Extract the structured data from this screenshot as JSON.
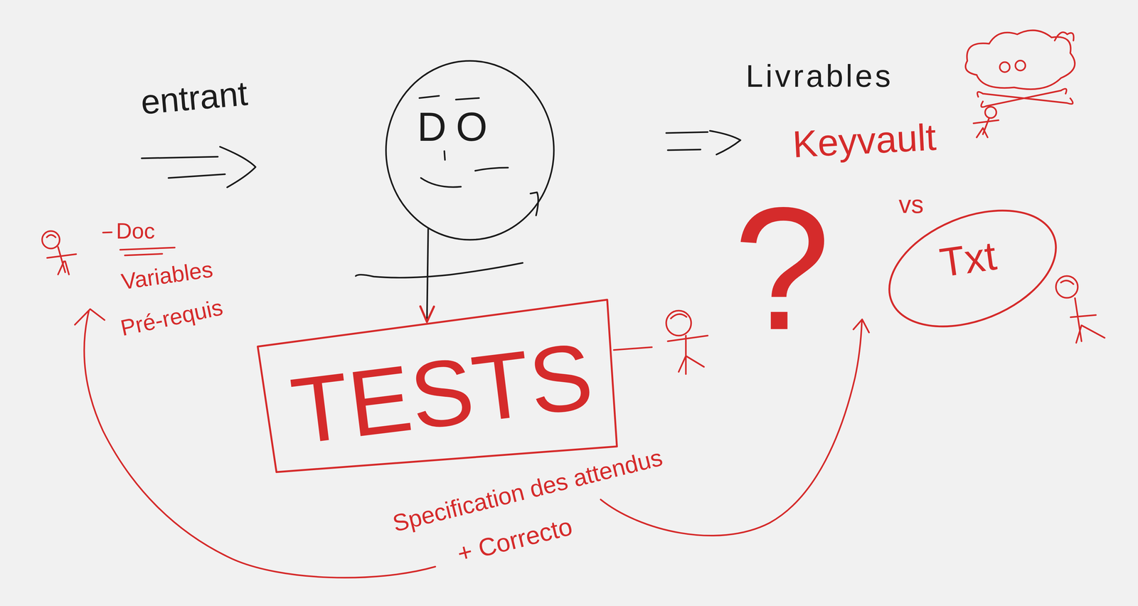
{
  "diagram": {
    "nodes": [
      {
        "text": [
          "DO"
        ]
      },
      {
        "text": [
          "TESTS"
        ]
      },
      {
        "text": [
          "Txt"
        ]
      }
    ],
    "edges": [
      {
        "from": 0,
        "to": 1,
        "arrow": "to"
      }
    ],
    "labels": [
      "entrant",
      "Livrables",
      "Keyvault",
      "vs",
      "?",
      "Doc",
      "Variables",
      "Pré-requis",
      "Specification des attendus",
      "+ Correcto"
    ]
  }
}
